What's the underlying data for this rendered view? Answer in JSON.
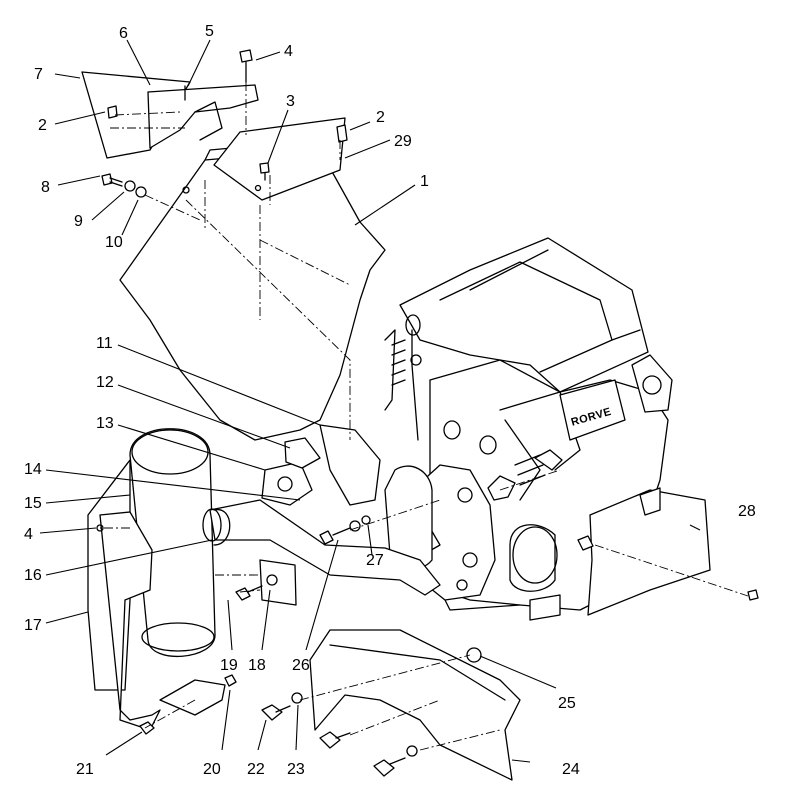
{
  "diagram": {
    "engine_logo": "RORVE",
    "callouts": [
      {
        "id": "c1",
        "label": "1"
      },
      {
        "id": "c2a",
        "label": "2"
      },
      {
        "id": "c2b",
        "label": "2"
      },
      {
        "id": "c3",
        "label": "3"
      },
      {
        "id": "c4a",
        "label": "4"
      },
      {
        "id": "c4b",
        "label": "4"
      },
      {
        "id": "c5",
        "label": "5"
      },
      {
        "id": "c6",
        "label": "6"
      },
      {
        "id": "c7",
        "label": "7"
      },
      {
        "id": "c8",
        "label": "8"
      },
      {
        "id": "c9",
        "label": "9"
      },
      {
        "id": "c10",
        "label": "10"
      },
      {
        "id": "c11",
        "label": "11"
      },
      {
        "id": "c12",
        "label": "12"
      },
      {
        "id": "c13",
        "label": "13"
      },
      {
        "id": "c14",
        "label": "14"
      },
      {
        "id": "c15",
        "label": "15"
      },
      {
        "id": "c16",
        "label": "16"
      },
      {
        "id": "c17",
        "label": "17"
      },
      {
        "id": "c18",
        "label": "18"
      },
      {
        "id": "c19",
        "label": "19"
      },
      {
        "id": "c20",
        "label": "20"
      },
      {
        "id": "c21",
        "label": "21"
      },
      {
        "id": "c22",
        "label": "22"
      },
      {
        "id": "c23",
        "label": "23"
      },
      {
        "id": "c24",
        "label": "24"
      },
      {
        "id": "c25",
        "label": "25"
      },
      {
        "id": "c26",
        "label": "26"
      },
      {
        "id": "c27",
        "label": "27"
      },
      {
        "id": "c28",
        "label": "28"
      },
      {
        "id": "c29",
        "label": "29"
      }
    ]
  }
}
